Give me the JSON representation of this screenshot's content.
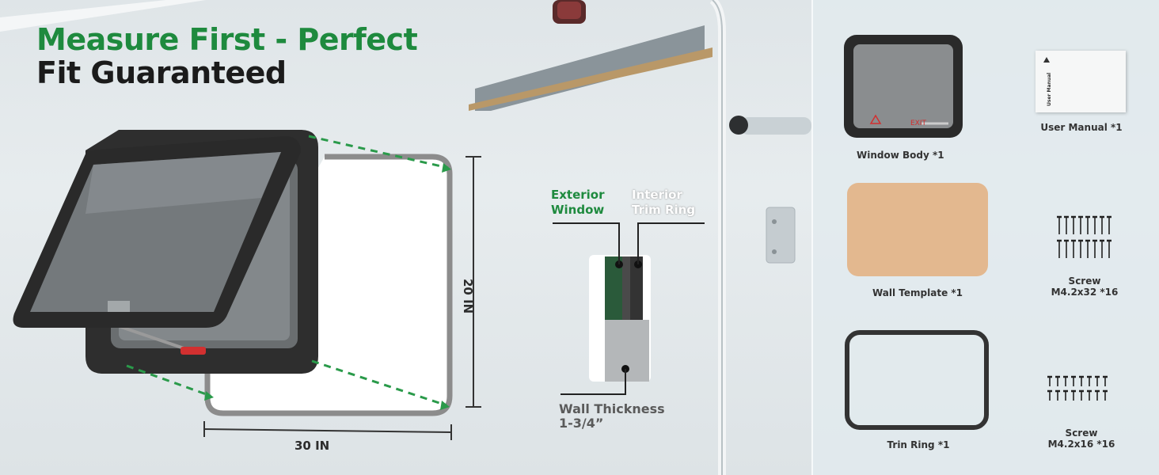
{
  "headline": {
    "line1": "Measure First - Perfect",
    "line2": "Fit Guaranteed"
  },
  "dimensions": {
    "height": "20 IN",
    "width": "30 IN"
  },
  "cross_section": {
    "exterior_label": "Exterior\nWindow",
    "interior_label": "Interior\nTrim Ring",
    "wall_label": "Wall Thickness\n1-3/4”"
  },
  "window_marking": "EXIT",
  "components": {
    "window_body": "Window Body *1",
    "user_manual": "User Manual *1",
    "manual_cover_text": "User Manual",
    "wall_template": "Wall Template *1",
    "screw_long": "Screw\nM4.2x32 *16",
    "trim_ring": "Trin Ring *1",
    "screw_short": "Screw\nM4.2x16 *16"
  },
  "colors": {
    "accent_green": "#1e8a3e",
    "frame": "#2f2f2f",
    "template": "#e3b88f",
    "dash_green": "#2a9a4a"
  }
}
